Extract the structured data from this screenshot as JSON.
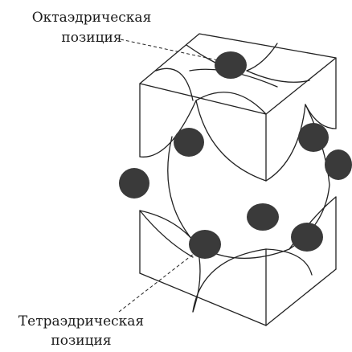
{
  "labels": {
    "octahedral_line1": "Октаэдрическая",
    "octahedral_line2": "позиция",
    "tetrahedral_line1": "Тетраэдрическая",
    "tetrahedral_line2": "позиция"
  },
  "colors": {
    "line": "#222222",
    "interstitial_atom": "#3a3a3a",
    "background": "#ffffff"
  }
}
